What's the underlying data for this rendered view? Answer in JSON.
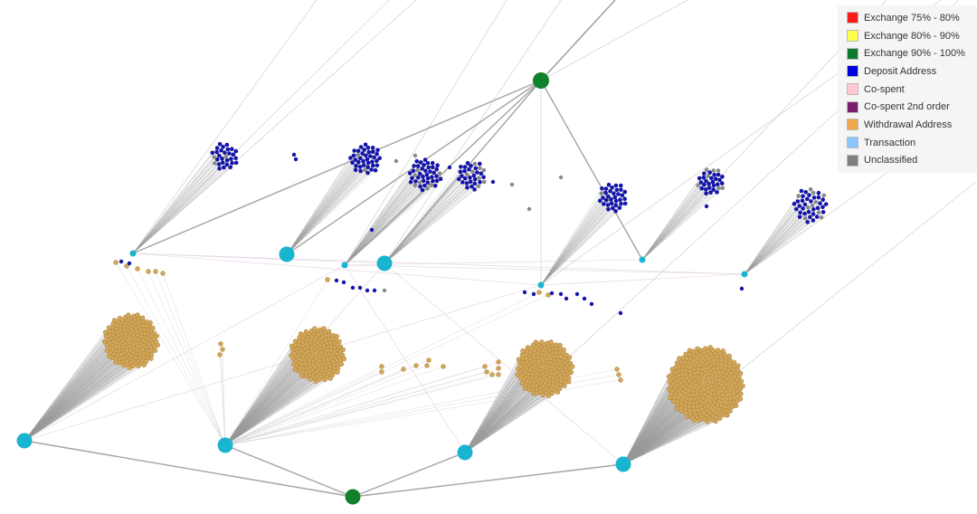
{
  "legend": {
    "items": [
      {
        "label": "Exchange 75% - 80%",
        "color": "#ff1a1a"
      },
      {
        "label": "Exchange 80% - 90%",
        "color": "#ffff4d"
      },
      {
        "label": "Exchange 90% - 100%",
        "color": "#0b7a2a"
      },
      {
        "label": "Deposit Address",
        "color": "#0000dd"
      },
      {
        "label": "Co-spent",
        "color": "#ffc8d2"
      },
      {
        "label": "Co-spent 2nd order",
        "color": "#7b1d6f"
      },
      {
        "label": "Withdrawal Address",
        "color": "#f0a64a"
      },
      {
        "label": "Transaction",
        "color": "#8cc6ff"
      },
      {
        "label": "Unclassified",
        "color": "#808080"
      }
    ]
  },
  "graph": {
    "colors": {
      "exchange_node": "#11812c",
      "transaction_node": "#19b4cf",
      "deposit_node": "#1414a8",
      "withdrawal_node": "#d4a75a",
      "unclassified_node": "#8a8a8a",
      "edge_dark": "#9a9a9a",
      "edge_light": "#d2d2d2",
      "edge_purple": "#e0cce0"
    }
  }
}
